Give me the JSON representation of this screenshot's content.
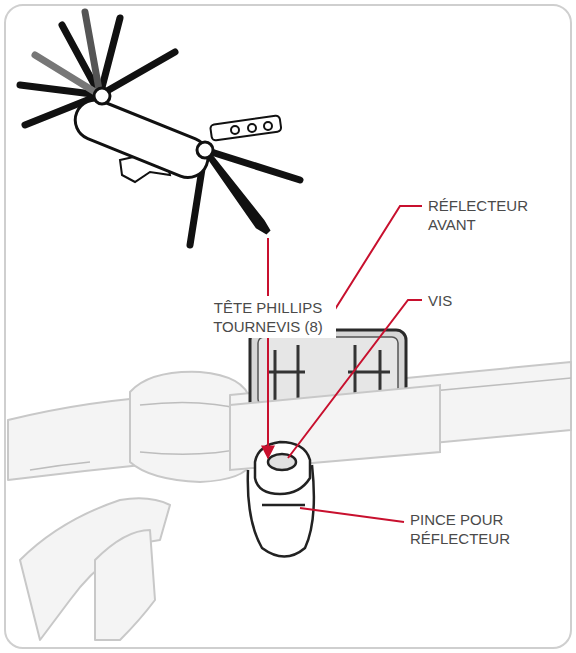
{
  "diagram": {
    "labels": [
      "RÉFLECTEUR AVANT",
      "VIS",
      "TÊTE PHILLIPS TOURNEVIS (8)",
      "PINCE POUR RÉFLECTEUR"
    ]
  }
}
